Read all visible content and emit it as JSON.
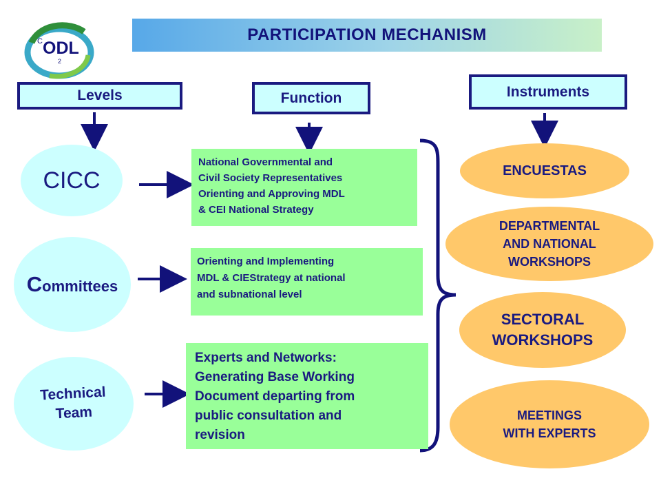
{
  "logo": {
    "main": "ODL",
    "sub1": "C",
    "sub2": "2"
  },
  "title": "PARTICIPATION MECHANISM",
  "headers": {
    "levels": "Levels",
    "function": "Function",
    "instruments": "Instruments"
  },
  "levels": {
    "cicc": "CICC",
    "committees_first": "C",
    "committees_rest": "ommittees",
    "technical_line1": "Technical",
    "technical_line2": "Team"
  },
  "functions": {
    "cicc": [
      "National Governmental and",
      "Civil Society Representatives",
      "Orienting and Approving MDL",
      "& CEI National Strategy"
    ],
    "committees": [
      "Orienting and Implementing",
      "MDL & CIEStrategy at national",
      "and subnational level"
    ],
    "technical": [
      "Experts and Networks:",
      "Generating Base Working",
      "Document departing from",
      "public consultation and",
      "revision"
    ]
  },
  "instruments": {
    "encuestas": [
      "ENCUESTAS"
    ],
    "workshops": [
      "DEPARTMENTAL",
      "AND NATIONAL",
      "WORKSHOPS"
    ],
    "sectoral": [
      "SECTORAL",
      "WORKSHOPS"
    ],
    "meetings": [
      "MEETINGS",
      "WITH EXPERTS"
    ]
  },
  "colors": {
    "navy": "#1a1a80",
    "header_fill": "#ccffff",
    "green_fill": "#99ff99",
    "orange_fill": "#ffc86a"
  }
}
